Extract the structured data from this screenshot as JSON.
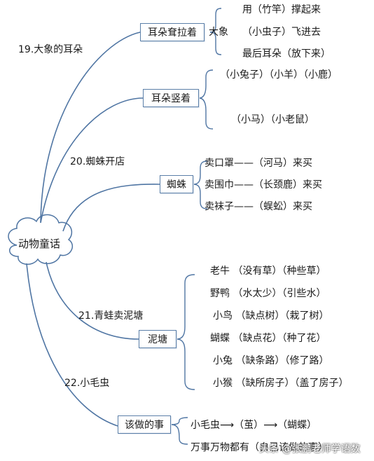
{
  "center": {
    "label": "动物童话"
  },
  "lessons": [
    {
      "title": "19.大象的耳朵",
      "branches": [
        {
          "label": "耳朵耷拉着",
          "subject": "大象",
          "lines": [
            "用（竹竿）撑起来",
            "（小虫子）飞进去",
            "最后耳朵（放下来）"
          ]
        },
        {
          "label": "耳朵竖着",
          "lines": [
            "（小兔子）（小羊）（小鹿）",
            "（小马）（小老鼠）"
          ]
        }
      ]
    },
    {
      "title": "20.蜘蛛开店",
      "branches": [
        {
          "label": "蜘蛛",
          "lines": [
            "卖口罩——（河马）来买",
            "卖围巾——（长颈鹿）来买",
            "卖袜子——（蜈蚣）来买"
          ]
        }
      ]
    },
    {
      "title": "21.青蛙卖泥塘",
      "branches": [
        {
          "label": "泥塘",
          "lines": [
            "老牛 （没有草）（种些草）",
            "野鸭 （水太少）（引些水）",
            "小鸟 （缺点树）（栽了树）",
            "蝴蝶 （缺点花）（种了花）",
            "小兔 （缺条路）（修了路）",
            "小猴 （缺所房子）（盖了房子）"
          ]
        }
      ]
    },
    {
      "title": "22.小毛虫",
      "branches": [
        {
          "label": "该做的事",
          "lines": [
            "小毛虫⟶（茧）⟶（蝴蝶）",
            "万事万物都有（自己该做的事）"
          ]
        }
      ]
    }
  ],
  "watermark": "头条 @张鹏老师学语数",
  "colors": {
    "line": "#4f75a3",
    "box_border": "#5b7fa8",
    "text": "#1a1a1a"
  }
}
